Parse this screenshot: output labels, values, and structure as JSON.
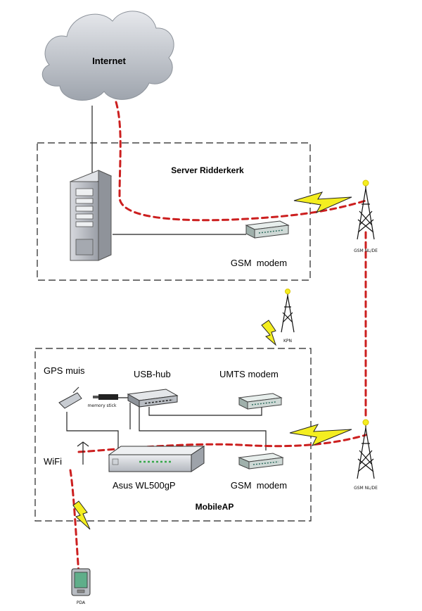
{
  "labels": {
    "internet": "Internet",
    "server_box": "Server Ridderkerk",
    "gsm_modem_server": "GSM  modem",
    "gsm_tower_top": "GSM NL/DE",
    "kpn_tower": "KPN",
    "gps": "GPS muis",
    "usb_hub": "USB-hub",
    "umts_modem": "UMTS modem",
    "memory_stick": "memory stick",
    "wifi": "WiFi",
    "router": "Asus WL500gP",
    "gsm_modem_mobile": "GSM  modem",
    "mobile_box": "MobileAP",
    "gsm_tower_bottom": "GSM NL/DE",
    "pda": "PDA"
  },
  "colors": {
    "link_dash": "#cc1f1f",
    "lightning": "#f4ee20",
    "cloud": "#c6cbd3",
    "server": "#b7bac2",
    "modem": "#cfd9d6",
    "router": "#d9dce0"
  }
}
